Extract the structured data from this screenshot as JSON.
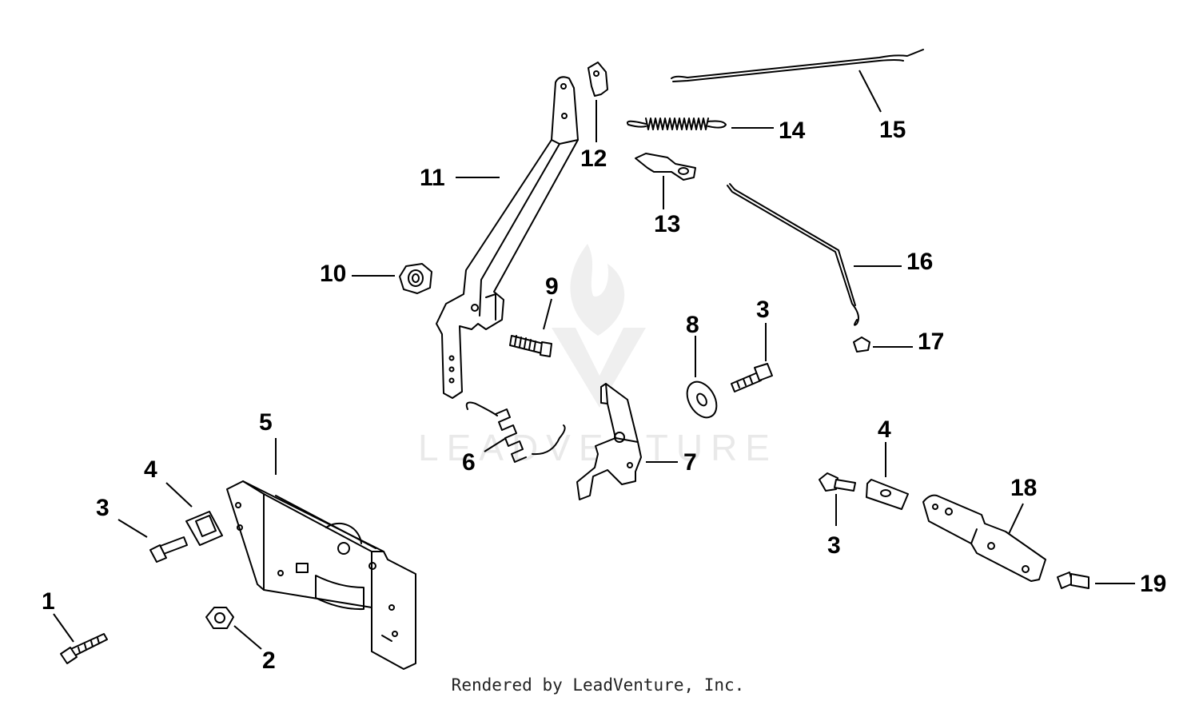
{
  "watermark": {
    "text": "LEADVENTURE"
  },
  "credit": "Rendered by LeadVenture, Inc.",
  "callouts": {
    "c1": "1",
    "c2": "2",
    "c3a": "3",
    "c4a": "4",
    "c5": "5",
    "c6": "6",
    "c7": "7",
    "c8": "8",
    "c3b": "3",
    "c9": "9",
    "c10": "10",
    "c11": "11",
    "c12": "12",
    "c13": "13",
    "c14": "14",
    "c15": "15",
    "c16": "16",
    "c17": "17",
    "c4b": "4",
    "c3c": "3",
    "c18": "18",
    "c19": "19"
  }
}
